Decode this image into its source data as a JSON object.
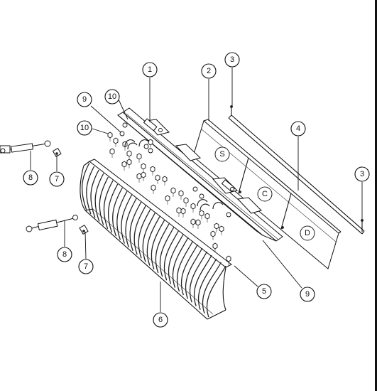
{
  "diagram": {
    "callouts": [
      "1",
      "2",
      "3",
      "3",
      "4",
      "5",
      "6",
      "7",
      "7",
      "8",
      "8",
      "9",
      "9",
      "10",
      "10"
    ],
    "labels": [
      "S",
      "C",
      "D"
    ]
  }
}
